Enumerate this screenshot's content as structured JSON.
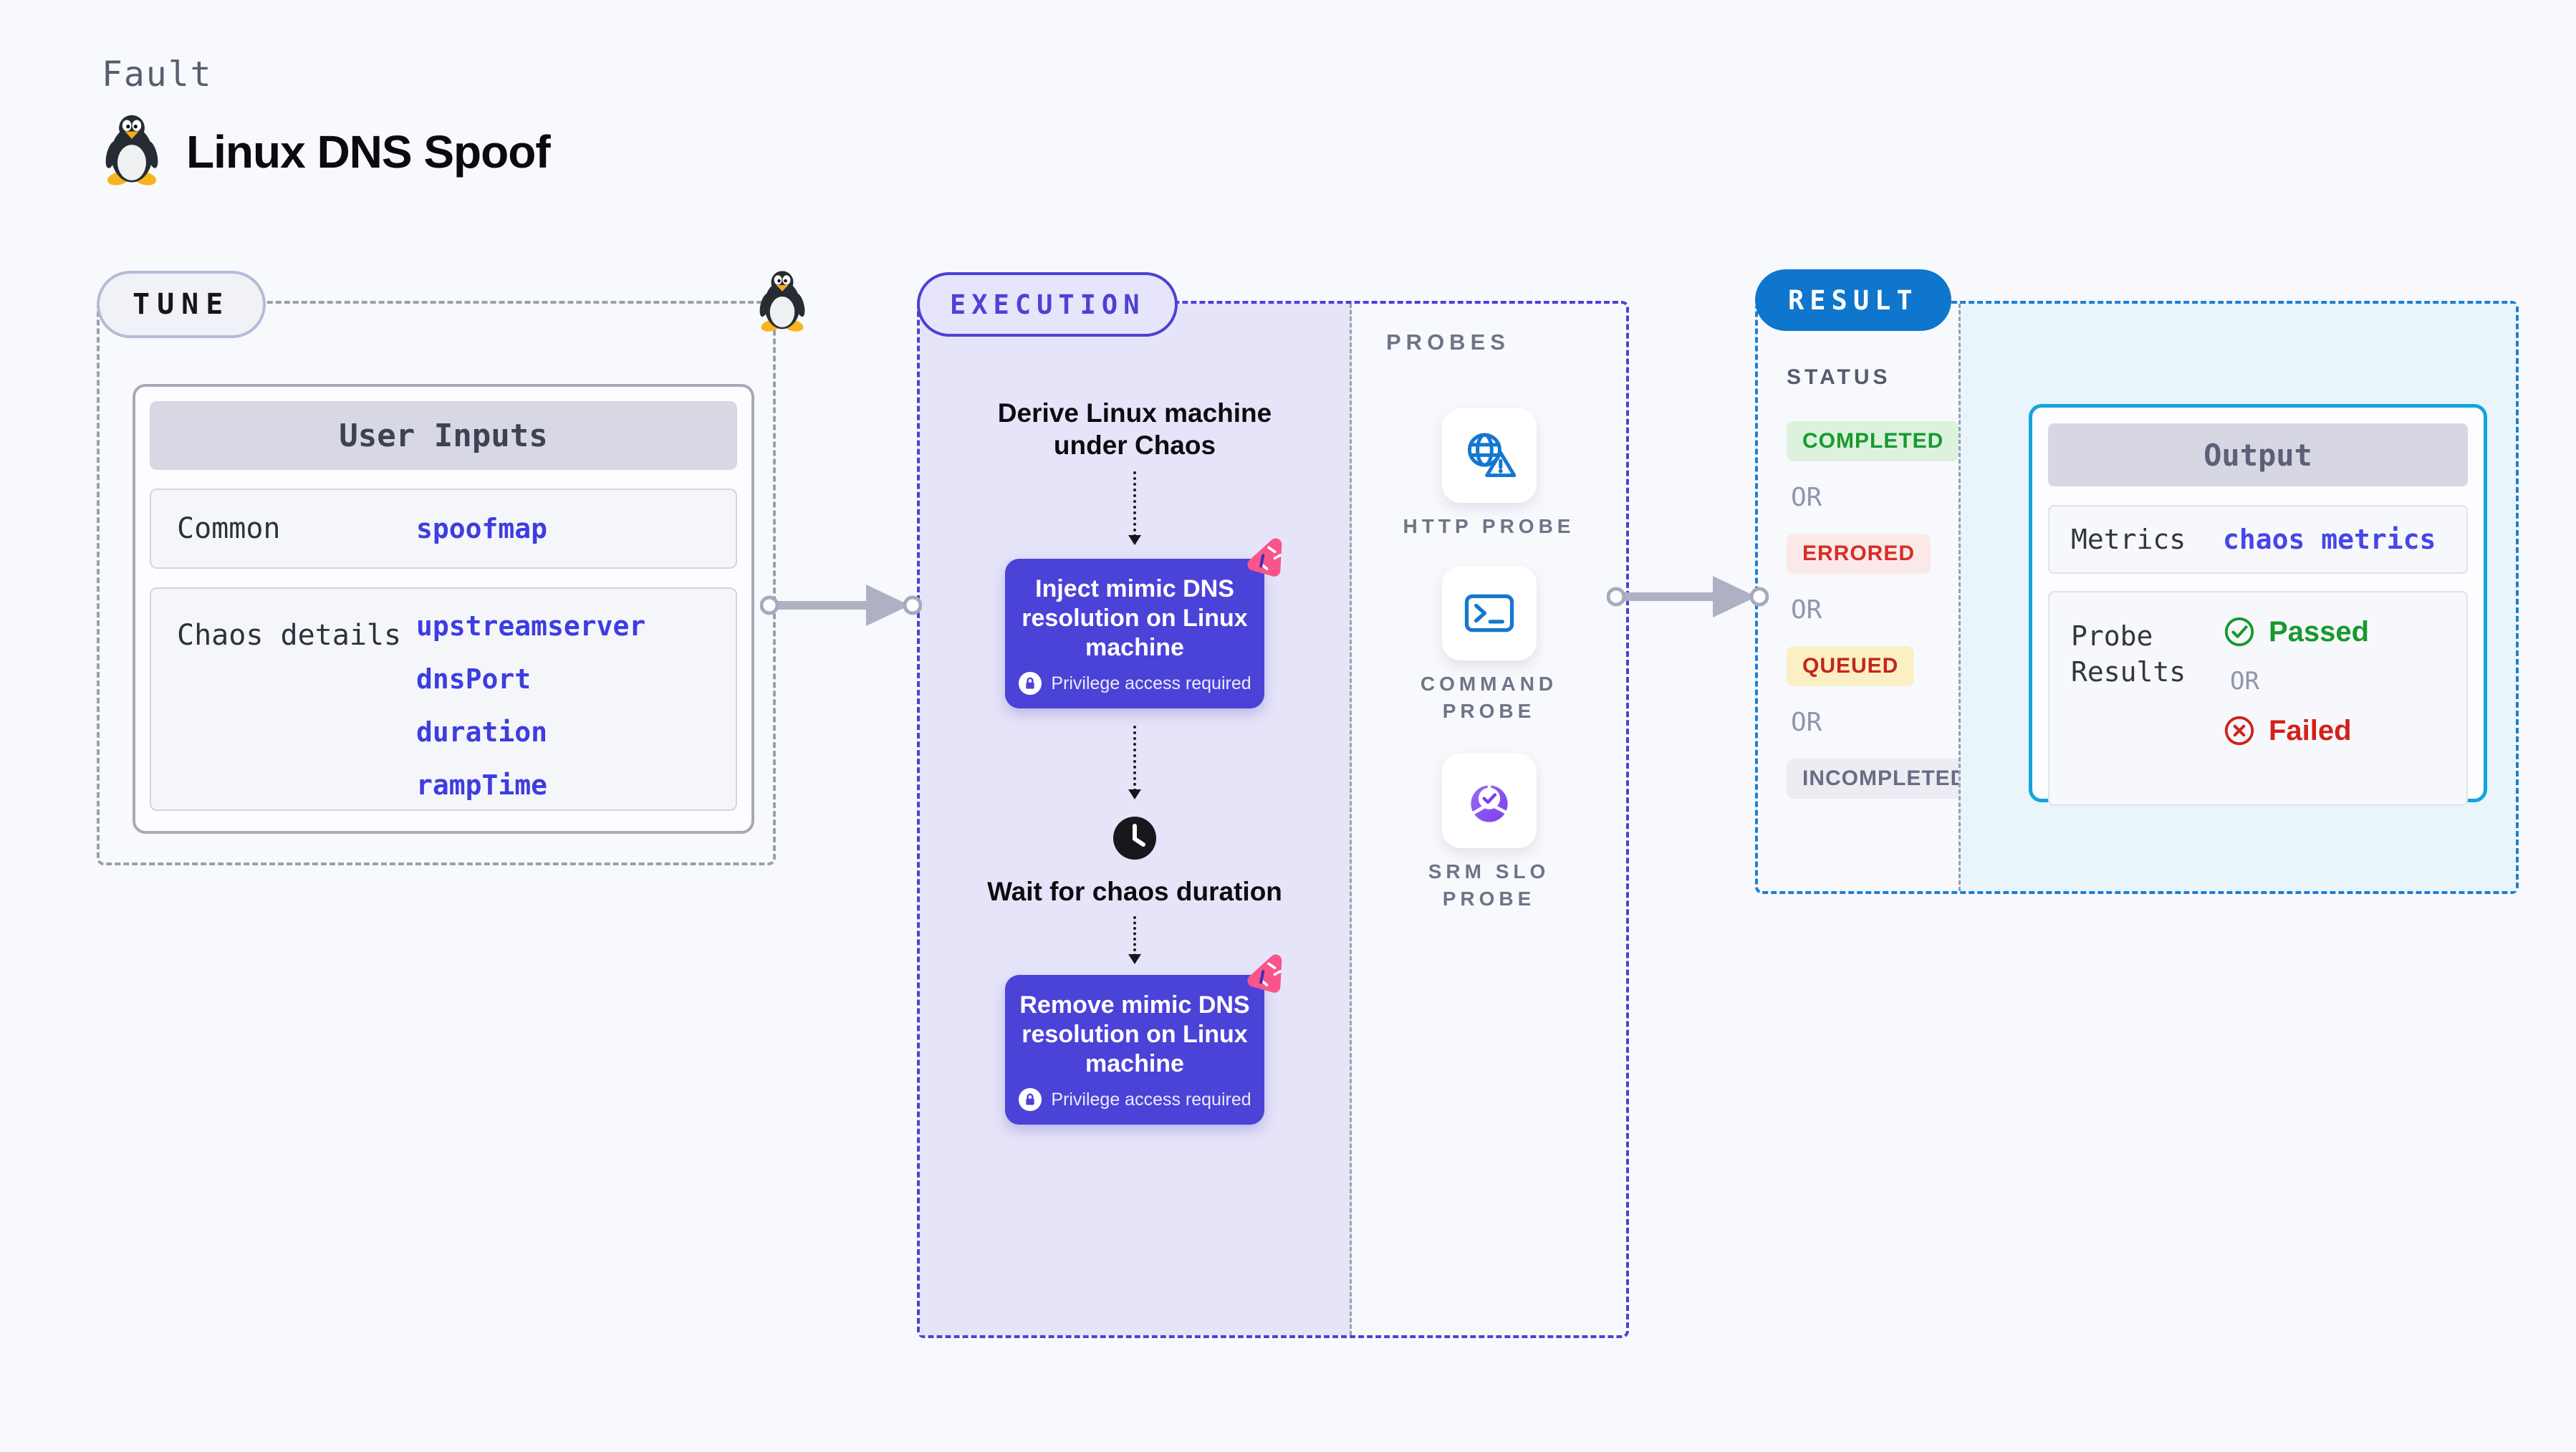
{
  "header": {
    "kicker": "Fault",
    "title": "Linux DNS Spoof",
    "icon": "tux-penguin-icon"
  },
  "tune": {
    "label": "TUNE",
    "corner_icon": "tux-penguin-icon",
    "card": {
      "title": "User Inputs",
      "rows": [
        {
          "label": "Common",
          "values": [
            "spoofmap"
          ]
        },
        {
          "label": "Chaos details",
          "values": [
            "upstreamserver",
            "dnsPort",
            "duration",
            "rampTime"
          ]
        }
      ]
    }
  },
  "execution": {
    "label": "EXECUTION",
    "derive_text": "Derive Linux machine under Chaos",
    "inject": {
      "title": "Inject mimic DNS resolution on Linux machine",
      "privilege": "Privilege access required",
      "corner_icon": "chaos-icon"
    },
    "wait_text": "Wait for chaos duration",
    "wait_icon": "clock-icon",
    "remove": {
      "title": "Remove mimic DNS resolution on Linux machine",
      "privilege": "Privilege access required",
      "corner_icon": "chaos-icon"
    }
  },
  "probes": {
    "label": "PROBES",
    "items": [
      {
        "name": "HTTP PROBE",
        "icon": "globe-warning-icon"
      },
      {
        "name": "COMMAND PROBE",
        "icon": "terminal-icon"
      },
      {
        "name": "SRM SLO PROBE",
        "icon": "slo-donut-check-icon"
      }
    ]
  },
  "result": {
    "label": "RESULT",
    "status_label": "STATUS",
    "or_label": "OR",
    "statuses": [
      {
        "label": "COMPLETED",
        "type": "completed",
        "bg": "#dcf2dd",
        "color": "#169a2f"
      },
      {
        "label": "ERRORED",
        "type": "errored",
        "bg": "#fbe9e9",
        "color": "#d42f25"
      },
      {
        "label": "QUEUED",
        "type": "queued",
        "bg": "#faf0c4",
        "color": "#c7231d"
      },
      {
        "label": "INCOMPLETED",
        "type": "incompleted",
        "bg": "#ececf2",
        "color": "#686c86"
      }
    ],
    "output": {
      "title": "Output",
      "metrics_label": "Metrics",
      "metrics_value": "chaos metrics",
      "probe_results_label": "Probe Results",
      "passed_label": "Passed",
      "or_label": "OR",
      "failed_label": "Failed",
      "passed_icon": "check-circle-icon",
      "failed_icon": "x-circle-icon"
    }
  },
  "colors": {
    "page_bg": "#f8f9fd",
    "accent_indigo": "#4b42d8",
    "execution_lavender": "#e6e4f9",
    "chaos_pink": "#f9548b",
    "result_blue": "#0e76cc",
    "output_border_cyan": "#14a4dc",
    "output_panel_bg": "#e9f5fb",
    "probe_blue": "#1377cf",
    "slo_purple": "#7a3ff0",
    "passed_green": "#17982e",
    "failed_red": "#d32019",
    "value_indigo": "#3d3de0",
    "dash_gray": "#9aa0ac",
    "arrow_gray": "#aeb1c4"
  }
}
